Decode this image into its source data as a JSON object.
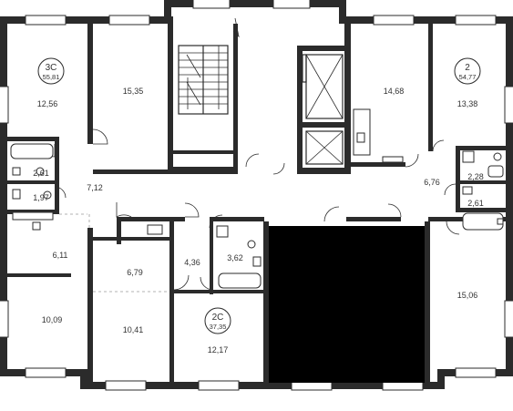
{
  "apartments": [
    {
      "code": "3С",
      "area": "55,81"
    },
    {
      "code": "2",
      "area": "54,77"
    },
    {
      "code": "2С",
      "area": "37,35"
    }
  ],
  "rooms": [
    "12,56",
    "15,35",
    "14,68",
    "13,38",
    "2,61",
    "1,97",
    "7,12",
    "6,76",
    "2,28",
    "2,61",
    "6,11",
    "6,79",
    "4,36",
    "3,62",
    "10,09",
    "10,41",
    "12,17",
    "15,06"
  ],
  "colors": {
    "wall": "#2b2b2b",
    "blocked": "#000000",
    "background": "#ffffff"
  }
}
